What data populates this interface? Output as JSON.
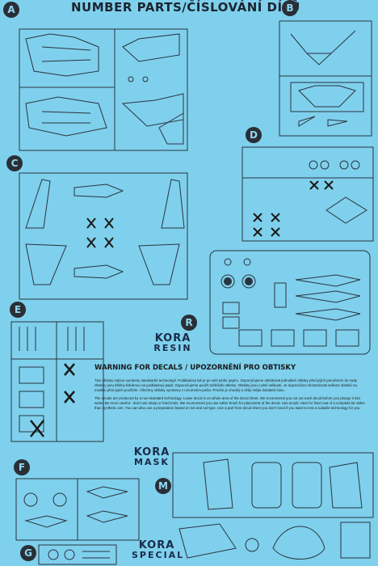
{
  "title": "NUMBER PARTS/ČÍSLOVÁNÍ DÍLŮ",
  "section_letters": {
    "a": "A",
    "b": "B",
    "c": "C",
    "d": "D",
    "e": "E",
    "r": "R",
    "f": "F",
    "m": "M",
    "g": "G"
  },
  "logos": {
    "resin_top": "KORA",
    "resin_bottom": "RESIN",
    "mask_top": "KORA",
    "mask_bottom": "MASK",
    "special_top": "KORA",
    "special_bottom": "SPECIAL"
  },
  "warning": {
    "title": "WARNING FOR DECALS / UPOZORNĚNÍ PRO OBTISKY",
    "czech_text": "Tyto obtisky nejsou vyrobeny standardní technologií. Podkladový lak je po celé ploše papíru. Doporučujeme obtiskovat jednotlivé obtisky před jejich ponořením do vody. Obtisky jsou tištěny tiskárnou na podkladový papír. Doporučujeme použít měkčidlo obtisku. Obtisky jsou v plné velikosti. Je doporučeno zkontrolovat velikost obtisků na modelu před jejich použitím. Všechny obtisky vyrobeny v rozumném počtu. Prosím je vhodný a vždy mějte dostatek času.",
    "english_text": "The decals are produced by a non-standard technology. Lower decal is on whole area of the decal sheet. We recommend you cut out each decal before you plunge it into water. Be more careful - don't use sharp or hard tools. We recommend you use softer brush for placement of the decal. Use acrylic clear for final coat of a complete kit rather than synthetic one. You can also use a preparation based on set and sol type. Use a part from decal sheet you don't need if you want to test a suitable technology for you."
  },
  "colors": {
    "background": "#7fd0ec",
    "ink": "#2a3440",
    "badge": "#2a2f36",
    "logo": "#1a2b4a"
  }
}
